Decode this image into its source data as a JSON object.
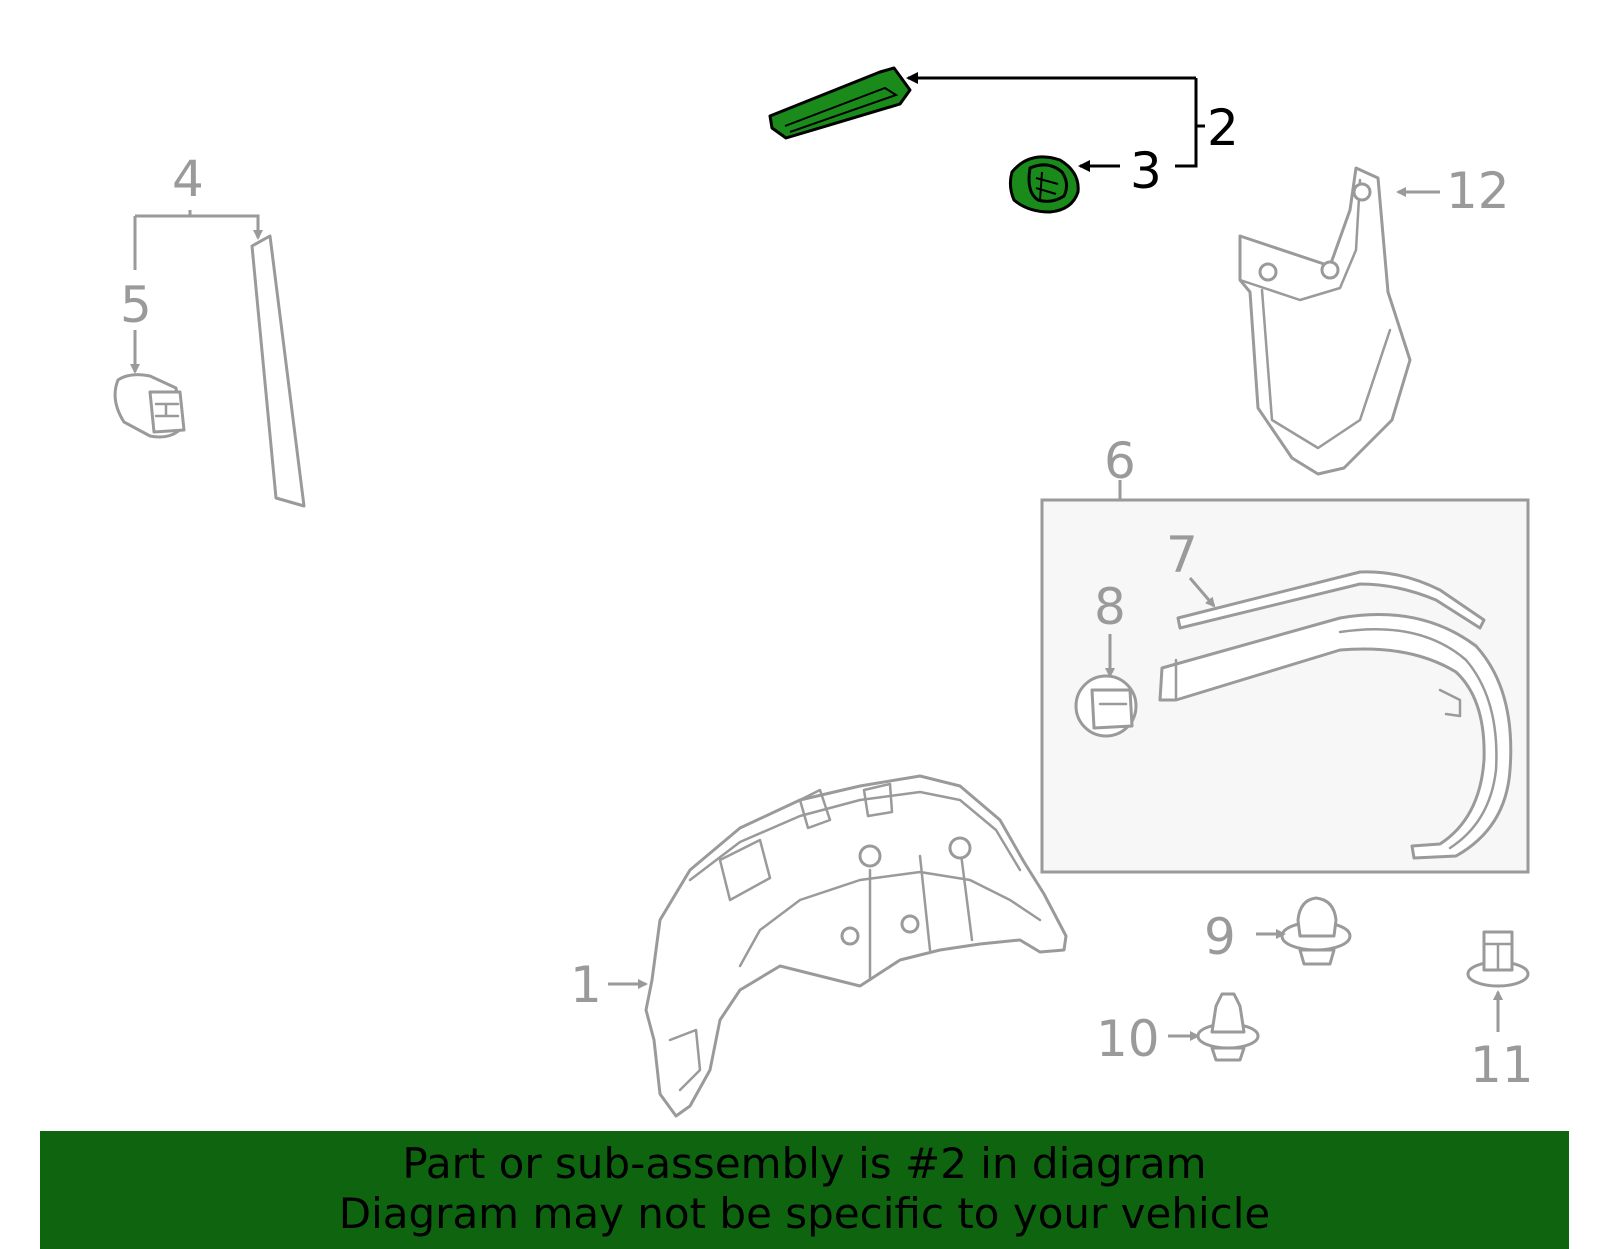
{
  "diagram": {
    "callouts": {
      "c1": "1",
      "c2": "2",
      "c3": "3",
      "c4": "4",
      "c5": "5",
      "c6": "6",
      "c7": "7",
      "c8": "8",
      "c9": "9",
      "c10": "10",
      "c11": "11",
      "c12": "12"
    },
    "highlight_color": "#1a8a1a",
    "part_color": "#9a9a9a"
  },
  "banner": {
    "line1": "Part or sub-assembly is #2 in diagram",
    "line2": "Diagram may not be specific to your vehicle",
    "background": "#0f6410"
  }
}
